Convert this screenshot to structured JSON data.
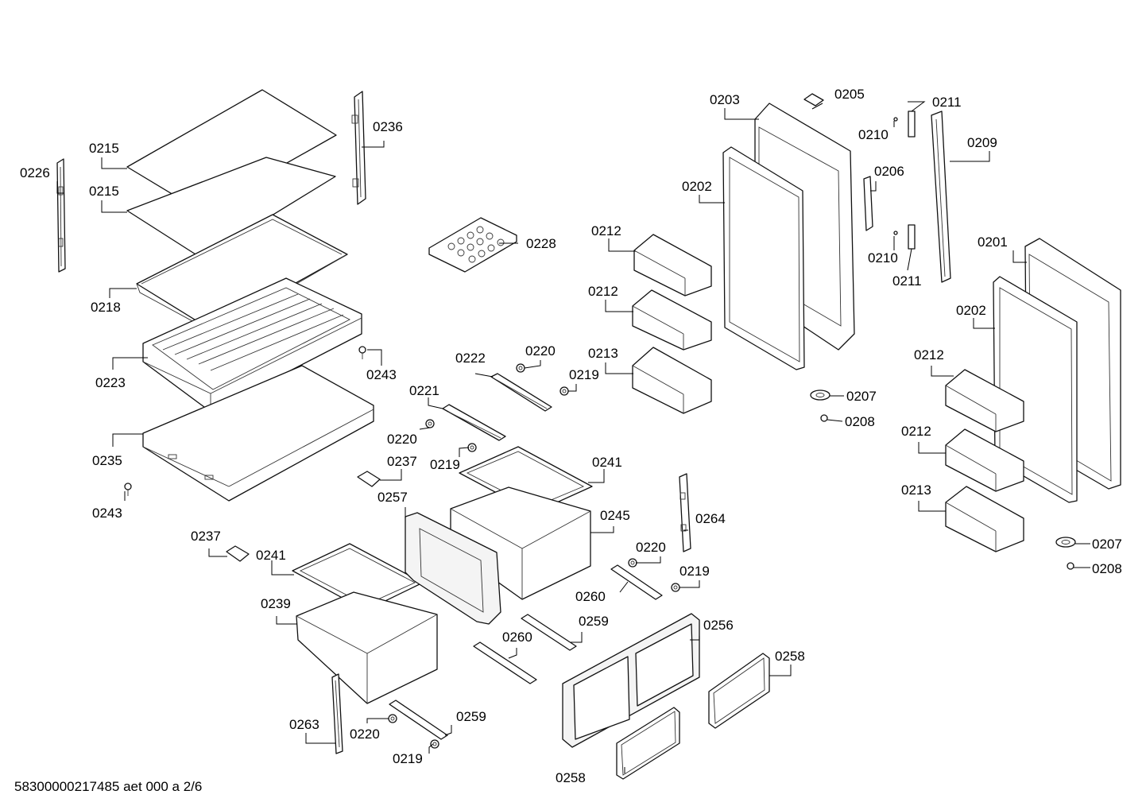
{
  "footer": {
    "document_code": "58300000217485 aet 000 a 2/6"
  },
  "callouts": [
    "0201",
    "0202",
    "0202",
    "0203",
    "0205",
    "0206",
    "0207",
    "0207",
    "0208",
    "0208",
    "0209",
    "0210",
    "0210",
    "0211",
    "0211",
    "0212",
    "0212",
    "0212",
    "0212",
    "0213",
    "0213",
    "0215",
    "0215",
    "0218",
    "0219",
    "0219",
    "0219",
    "0219",
    "0220",
    "0220",
    "0220",
    "0220",
    "0221",
    "0222",
    "0223",
    "0226",
    "0228",
    "0235",
    "0236",
    "0237",
    "0237",
    "0239",
    "0241",
    "0241",
    "0243",
    "0243",
    "0245",
    "0256",
    "0257",
    "0258",
    "0258",
    "0259",
    "0259",
    "0260",
    "0260",
    "0263",
    "0264"
  ]
}
